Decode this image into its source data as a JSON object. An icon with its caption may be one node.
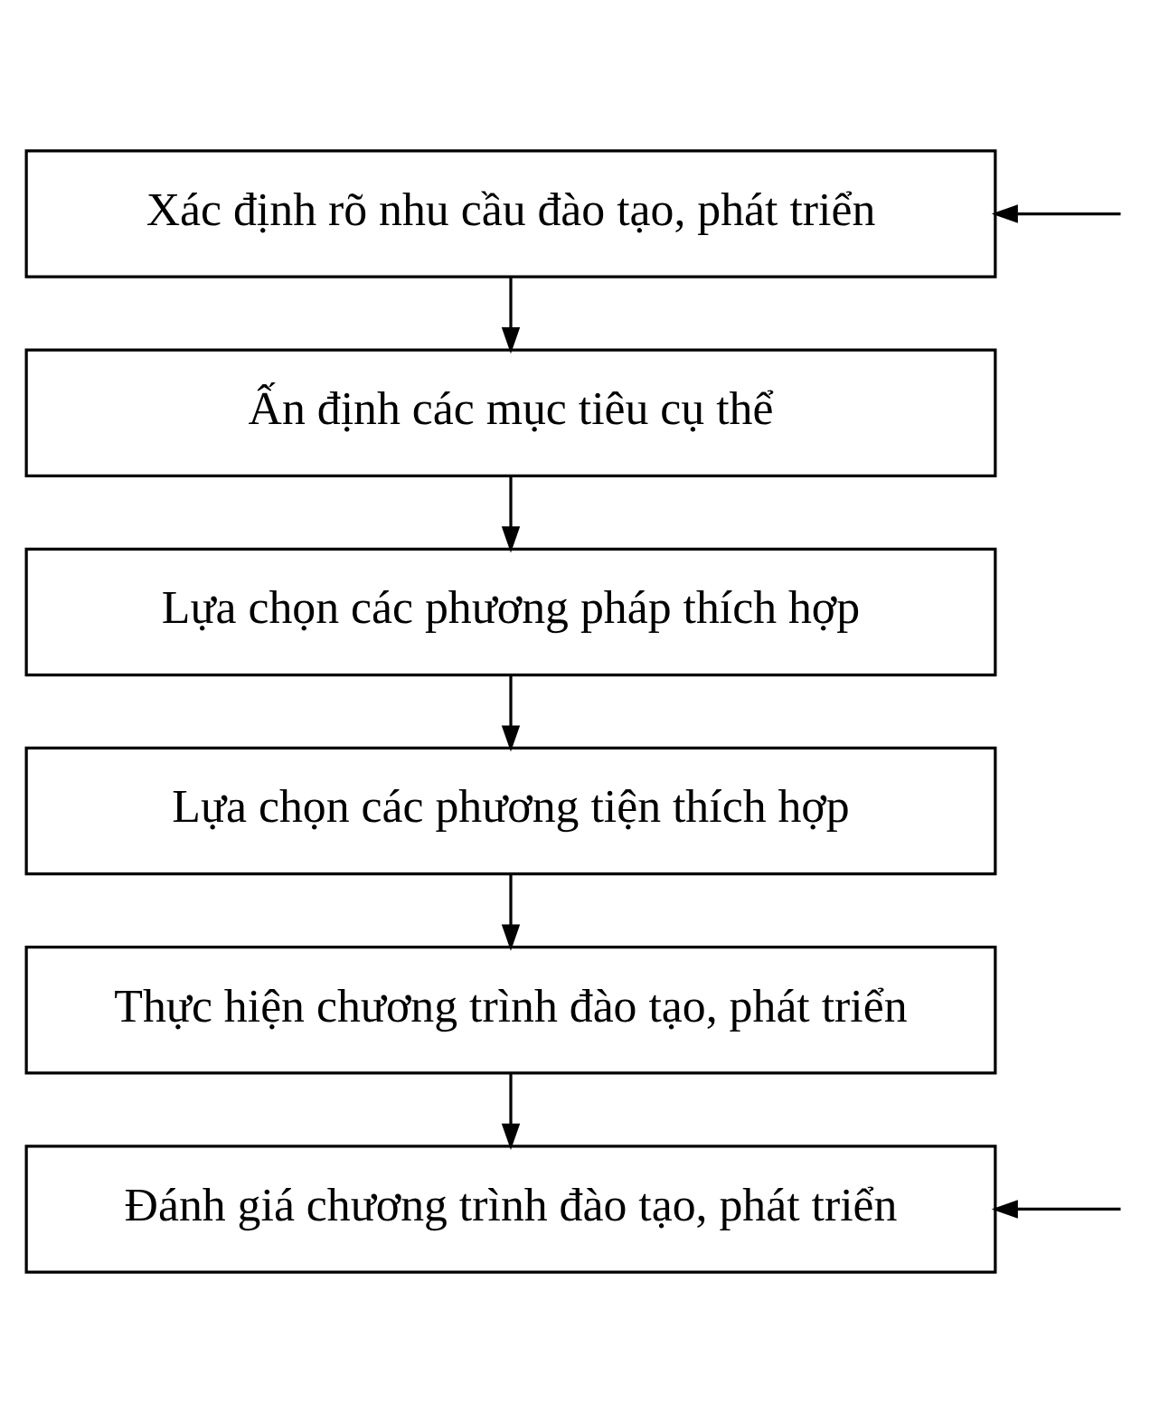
{
  "diagram": {
    "nodes": [
      {
        "text": [
          "Xác định rõ nhu cầu đào tạo, phát triển"
        ]
      },
      {
        "text": [
          "Ấn định các mục tiêu cụ thể"
        ]
      },
      {
        "text": [
          "Lựa chọn các phương pháp thích hợp"
        ]
      },
      {
        "text": [
          "Lựa chọn các phương tiện thích hợp"
        ]
      },
      {
        "text": [
          "Thực hiện chương trình đào tạo, phát triển"
        ]
      },
      {
        "text": [
          "Đánh giá chương trình đào tạo, phát triển"
        ]
      }
    ],
    "edges": [
      {
        "from": null,
        "to": 0,
        "arrow": "to"
      },
      {
        "from": 0,
        "to": 1,
        "arrow": "to"
      },
      {
        "from": 1,
        "to": 2,
        "arrow": "to"
      },
      {
        "from": 2,
        "to": 3,
        "arrow": "to"
      },
      {
        "from": 3,
        "to": 4,
        "arrow": "to"
      },
      {
        "from": 4,
        "to": 5,
        "arrow": "to"
      },
      {
        "from": null,
        "to": 5,
        "arrow": "to"
      }
    ]
  }
}
